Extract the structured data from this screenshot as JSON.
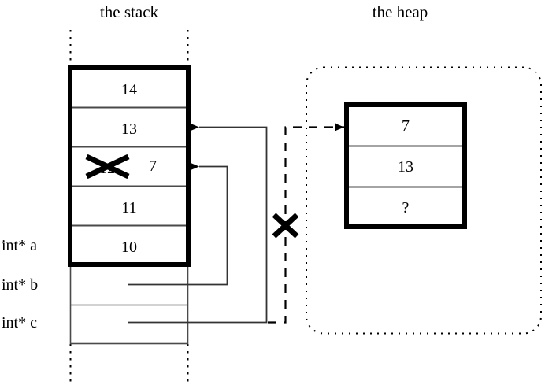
{
  "titles": {
    "stack": "the stack",
    "heap": "the heap"
  },
  "stack": {
    "frame_cells": [
      {
        "value": "14"
      },
      {
        "value": "13"
      },
      {
        "value": "12",
        "struck": true,
        "extra": "7"
      },
      {
        "value": "11"
      },
      {
        "value": "10"
      }
    ],
    "pointer_rows": [
      {
        "label": "int* a"
      },
      {
        "label": "int* b"
      },
      {
        "label": "int* c"
      }
    ]
  },
  "heap": {
    "cells": [
      {
        "value": "7"
      },
      {
        "value": "13"
      },
      {
        "value": "?"
      }
    ]
  },
  "annotations": {
    "struck_value_mark": "x-strike-over-12",
    "broken_pointer_mark": "x-strike-over-dashed-arrow"
  },
  "colors": {
    "ink": "#000000",
    "thin_line": "#555555",
    "background": "#ffffff"
  }
}
